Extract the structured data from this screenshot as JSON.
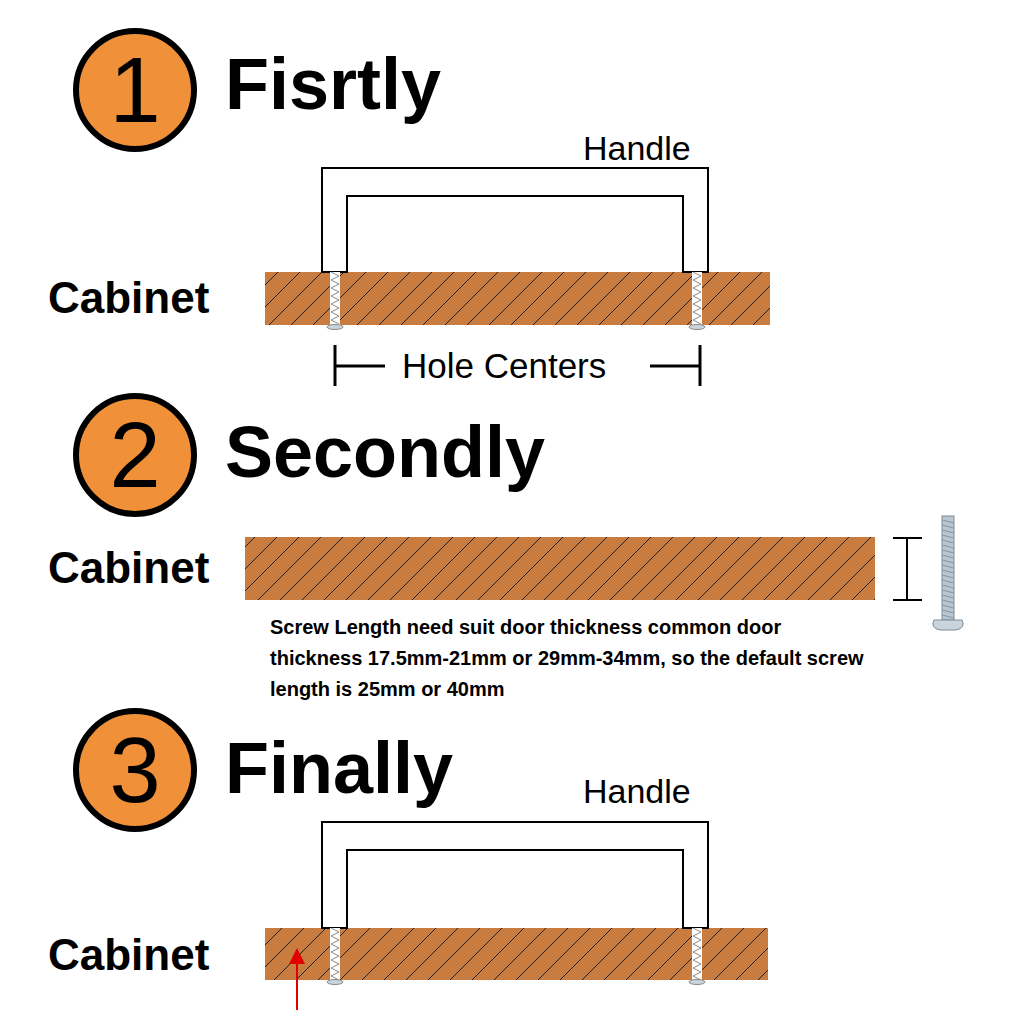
{
  "diagram": {
    "nodes": [
      {
        "text": [
          "1"
        ]
      },
      {
        "text": [
          "2"
        ]
      },
      {
        "text": [
          "3"
        ]
      }
    ],
    "labels": [
      "Fisrtly",
      "Handle",
      "Cabinet",
      "Hole Centers",
      "Secondly",
      "Cabinet",
      "Screw Length need suit door thickness common door thickness 17.5mm-21mm or 29mm-34mm, so the default screw length is 25mm or 40mm",
      "Finally",
      "Handle",
      "Cabinet"
    ]
  }
}
